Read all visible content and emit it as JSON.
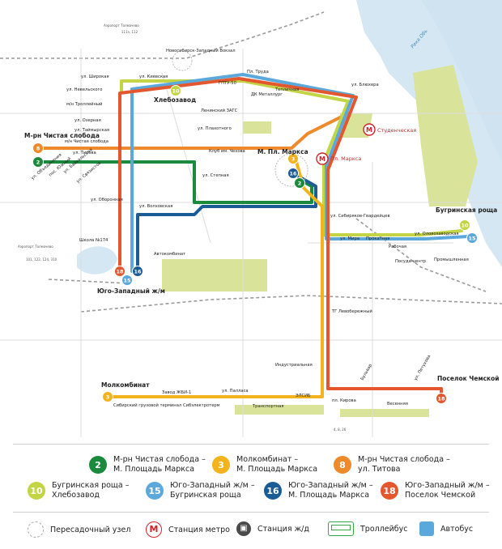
{
  "map": {
    "routes": [
      {
        "num": "2",
        "color": "#1a8a3c"
      },
      {
        "num": "3",
        "color": "#f2b31c"
      },
      {
        "num": "8",
        "color": "#ee8a2c"
      },
      {
        "num": "10",
        "color": "#c3d445"
      },
      {
        "num": "15",
        "color": "#5aa8dc"
      },
      {
        "num": "16",
        "color": "#1c5c96"
      },
      {
        "num": "18",
        "color": "#e4572e"
      }
    ],
    "river": "Река Обь",
    "metro_stations": [
      "Пл. Маркса",
      "Студенческая"
    ],
    "districts": [
      {
        "id": "chistaya",
        "text": "М-рн Чистая слобода"
      },
      {
        "id": "hlebozavod",
        "text": "Хлебозавод"
      },
      {
        "id": "markса",
        "text": "М. Пл. Маркса"
      },
      {
        "id": "bugrinskaya",
        "text": "Бугринская роща"
      },
      {
        "id": "yugozap",
        "text": "Юго-Западный ж/м"
      },
      {
        "id": "molkombinat",
        "text": "Молкомбинат"
      },
      {
        "id": "chemskoy",
        "text": "Поселок Чемской"
      }
    ],
    "stops": [
      "ул. Широкая",
      "ул. Киевская",
      "Новосибирск-Западный Вокзал",
      "ГПТУ-50",
      "Пл. Труда",
      "ДК Металлург",
      "Тепличная",
      "ул. Блюхера",
      "ул. Невельского",
      "м/н Троллейный",
      "ул. Озерная",
      "ул. Таймырская",
      "м/н Чистая слобода",
      "ул. Титова",
      "ул. Объединения",
      "пос. Южный",
      "ул. Байкальская",
      "ул. Связистов",
      "ул. Оборонная",
      "ул. Волховская",
      "Школа №174",
      "Автокомбинат",
      "Ленинский ЗАГС",
      "ул. Плахотного",
      "Клуб им. Чехова",
      "ул. Степная",
      "ул. Сибиряков-Гвардейцев",
      "ул. Мира",
      "Прокатная",
      "ул. Оловозаводская",
      "Рабочая",
      "Посуда-центр",
      "Промышленная",
      "ТГ Левобережный",
      "Индустриальная",
      "Завод ЖБИ-1",
      "ул. Палласа",
      "Сибирский грузовой терминал",
      "Сибэлектротерм",
      "Транспортная",
      "ЭЛСИБ",
      "пл. Кирова",
      "Бульвар",
      "Весенняя",
      "ул. Петухова"
    ],
    "airport_top": "Аэропорт Толмачево",
    "airport_left": "Аэропорт Толмачево",
    "bus_top": "111э, 112",
    "bus_left": "101, 122, 124, 310",
    "trolley_tag": "4, 8, 26"
  },
  "legend": {
    "routes": [
      {
        "num": "2",
        "color": "#1a8a3c",
        "text1": "М-рн Чистая слобода –",
        "text2": "М. Площадь Маркса"
      },
      {
        "num": "3",
        "color": "#f2b31c",
        "text1": "Молкомбинат –",
        "text2": "М. Площадь Маркса"
      },
      {
        "num": "8",
        "color": "#ee8a2c",
        "text1": "М-рн Чистая слобода –",
        "text2": "ул. Титова"
      },
      {
        "num": "10",
        "color": "#c3d445",
        "text1": "Бугринская роща –",
        "text2": "Хлебозавод"
      },
      {
        "num": "15",
        "color": "#5aa8dc",
        "text1": "Юго-Западный ж/м –",
        "text2": "Бугринская роща"
      },
      {
        "num": "16",
        "color": "#1c5c96",
        "text1": "Юго-Западный ж/м –",
        "text2": "М. Площадь Маркса"
      },
      {
        "num": "18",
        "color": "#e4572e",
        "text1": "Юго-Западный ж/м –",
        "text2": "Поселок Чемской"
      }
    ],
    "symbols": {
      "transfer": "Пересадочный узел",
      "metro": "Станция метро",
      "rail": "Станция ж/д",
      "trolley": "Троллейбус",
      "bus": "Автобус"
    }
  }
}
